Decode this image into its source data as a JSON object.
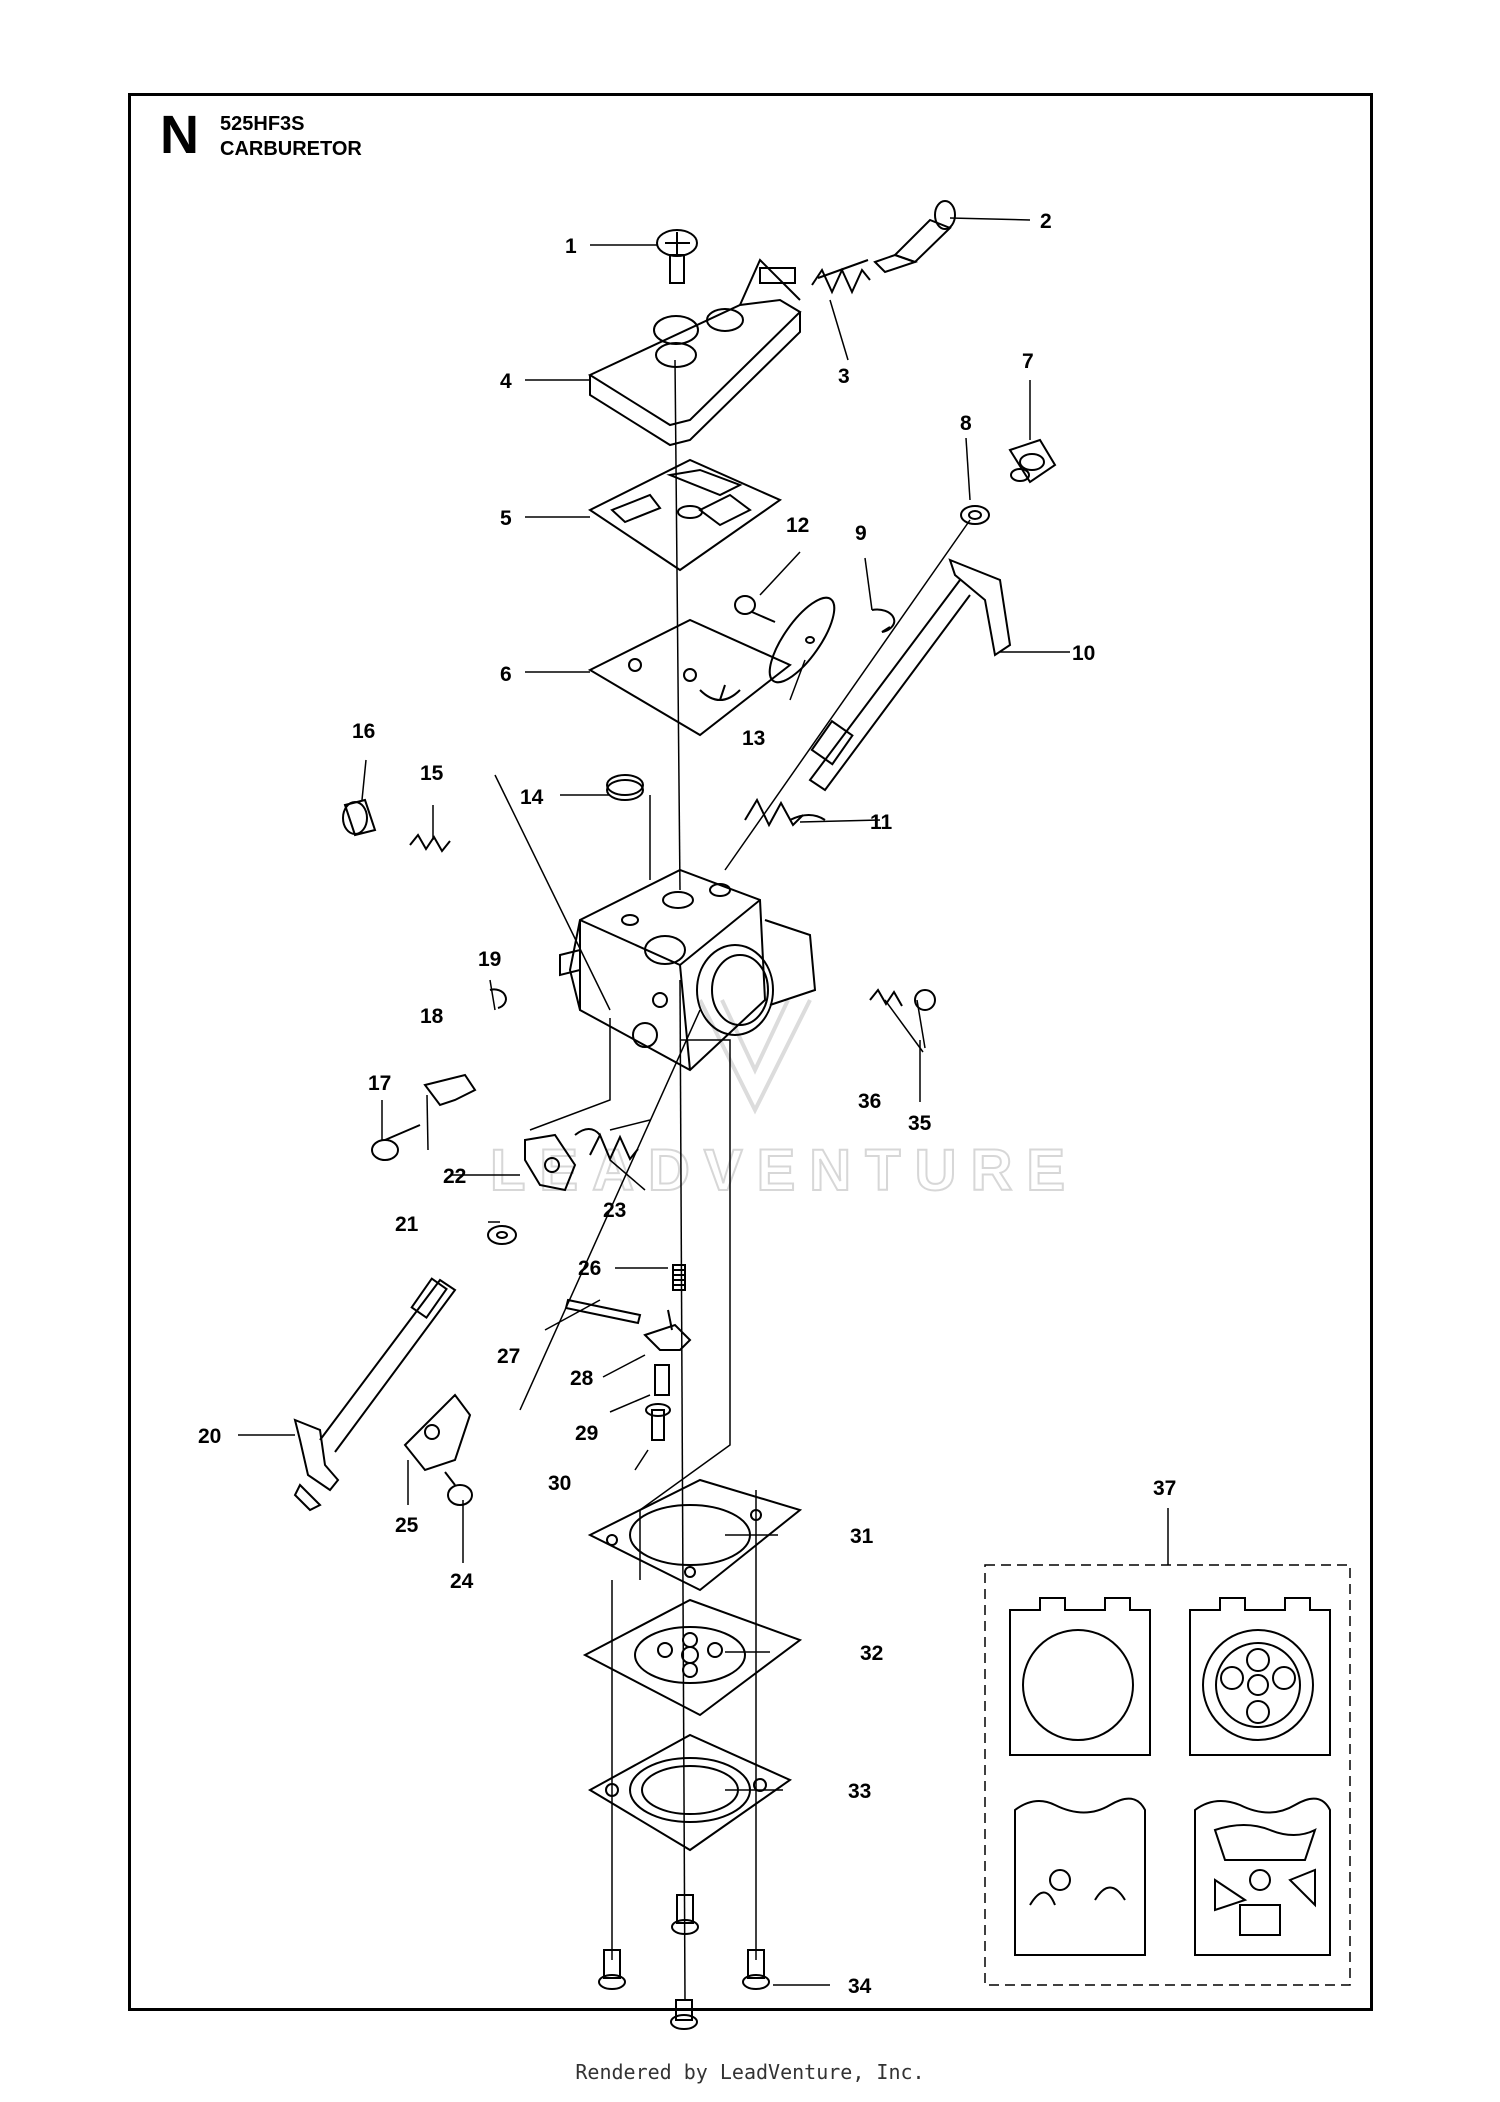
{
  "header": {
    "section_letter": "N",
    "model": "525HF3S",
    "title": "CARBURETOR"
  },
  "callouts": [
    "1",
    "2",
    "3",
    "4",
    "5",
    "6",
    "7",
    "8",
    "9",
    "10",
    "11",
    "12",
    "13",
    "14",
    "15",
    "16",
    "17",
    "18",
    "19",
    "20",
    "21",
    "22",
    "23",
    "24",
    "25",
    "26",
    "27",
    "28",
    "29",
    "30",
    "31",
    "32",
    "33",
    "34",
    "35",
    "36",
    "37"
  ],
  "watermark": "LEADVENTURE",
  "footer": "Rendered by LeadVenture, Inc."
}
